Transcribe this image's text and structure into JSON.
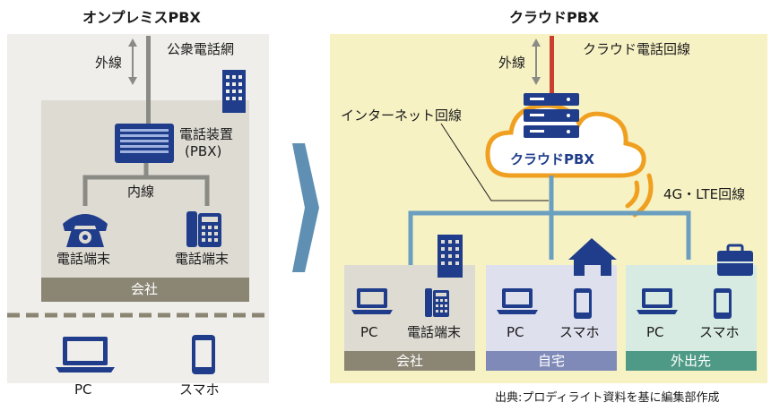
{
  "left": {
    "title": "オンプレミスPBX",
    "outer_line": "外線",
    "public_network": "公衆電話網",
    "pbx_label_1": "電話装置",
    "pbx_label_2": "(PBX)",
    "internal_line": "内線",
    "phone_left": "電話端末",
    "phone_right": "電話端末",
    "company": "会社",
    "pc": "PC",
    "smartphone": "スマホ"
  },
  "right": {
    "title": "クラウドPBX",
    "outer_line": "外線",
    "cloud_phone_line": "クラウド電話回線",
    "internet_line": "インターネット回線",
    "cloud_pbx": "クラウドPBX",
    "mobile_line": "4G・LTE回線",
    "locations": [
      {
        "label": "会社",
        "item1": "PC",
        "item2": "電話端末",
        "color": "#8b8574"
      },
      {
        "label": "自宅",
        "item1": "PC",
        "item2": "スマホ",
        "color": "#7f8ab8"
      },
      {
        "label": "外出先",
        "item1": "PC",
        "item2": "スマホ",
        "color": "#4f9a86"
      }
    ]
  },
  "source": "出典:プロディライト資料を基に編集部作成",
  "colors": {
    "navy": "#1f3d8a",
    "left_bg": "#efeeea",
    "left_inner": "#dedbd3",
    "right_bg": "#f7f2c4",
    "line_blue": "#6a9fbf",
    "red_line": "#c8402e",
    "orange": "#f0a020",
    "arrow": "#5f90b4"
  }
}
